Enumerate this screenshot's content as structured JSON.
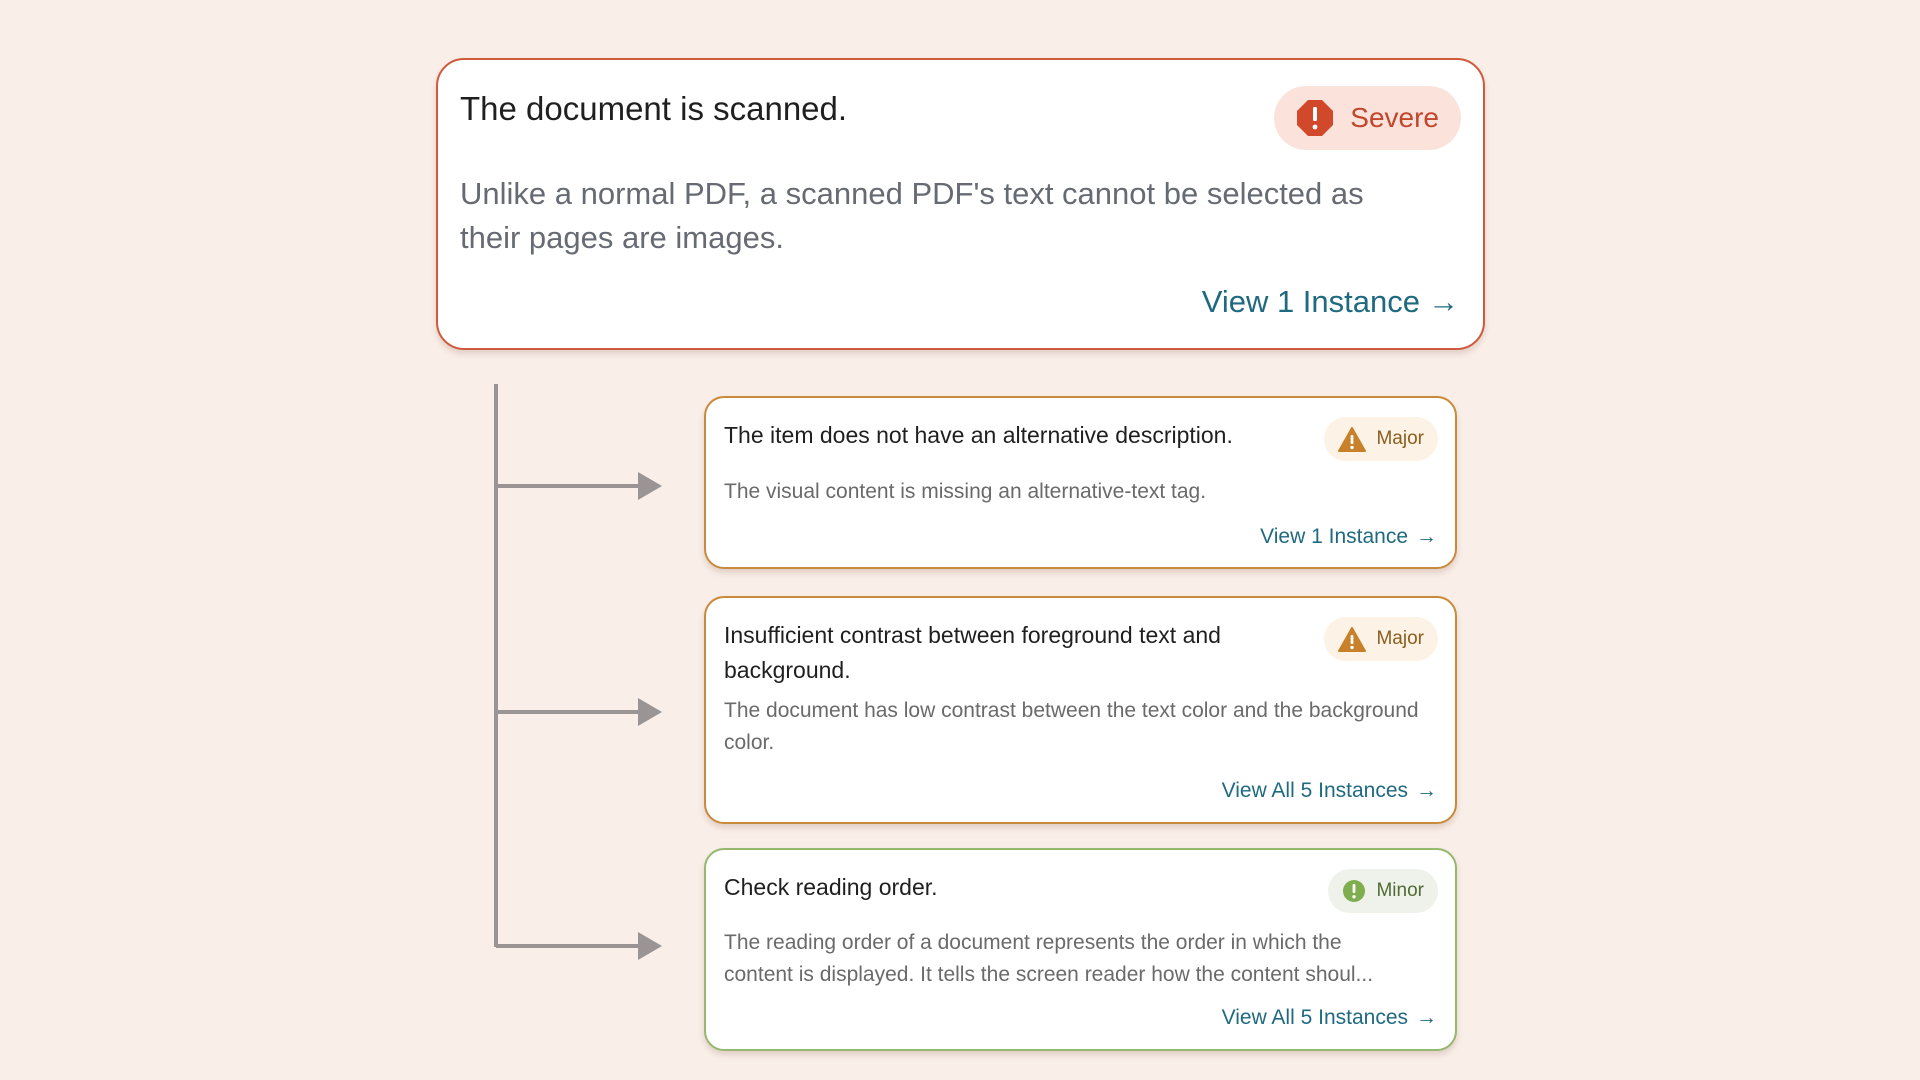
{
  "main_issue": {
    "title": "The document is scanned.",
    "severity": "Severe",
    "description": "Unlike a normal PDF, a scanned PDF's text cannot be selected as their pages are images.",
    "link_label": "View 1 Instance",
    "severity_icon": "octagon-exclamation-icon",
    "color": "#cf5a3e"
  },
  "sub_issues": [
    {
      "title": "The item does not have an alternative description.",
      "severity": "Major",
      "description": "The visual content is missing an alternative-text tag.",
      "link_label": "View 1 Instance",
      "severity_icon": "warning-triangle-icon",
      "color": "#c98a3c"
    },
    {
      "title": "Insufficient contrast between foreground text and background.",
      "severity": "Major",
      "description": "The document has low contrast between the text color and the background color.",
      "link_label": "View All 5 Instances",
      "severity_icon": "warning-triangle-icon",
      "color": "#c98a3c"
    },
    {
      "title": "Check reading order.",
      "severity": "Minor",
      "description_line1": "The reading order of a document represents the order in which the",
      "description_line2": "content is displayed. It tells the screen reader how the content shoul...",
      "link_label": "View All 5 Instances",
      "severity_icon": "circle-exclamation-icon",
      "color": "#93b86e"
    }
  ],
  "colors": {
    "background": "#f9eee8",
    "link": "#1f6a80",
    "connector": "#9a9494"
  },
  "link_arrow": "→"
}
